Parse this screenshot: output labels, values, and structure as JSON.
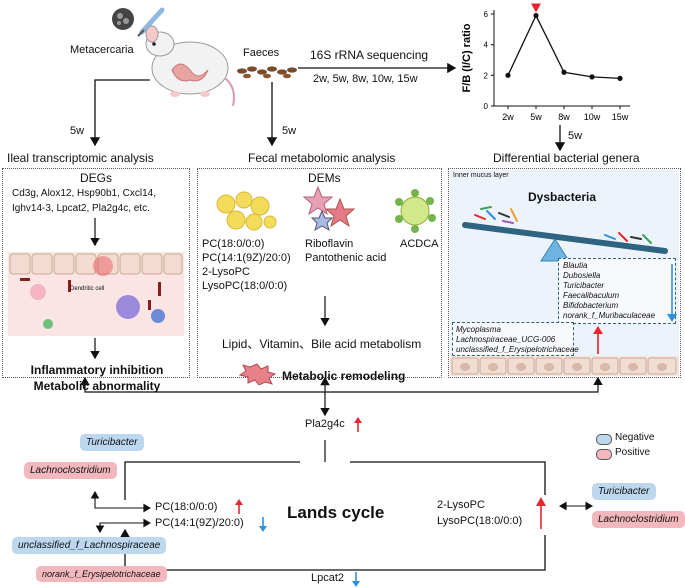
{
  "top": {
    "metacercaria": "Metacercaria",
    "faeces": "Faeces",
    "sequencing": "16S rRNA sequencing",
    "timepoints": "2w, 5w, 8w, 10w, 15w",
    "arrow_5w_left": "5w",
    "arrow_5w_mid": "5w",
    "arrow_5w_right": "5w"
  },
  "ratio_chart": {
    "ylabel": "F/B (I/C) ratio",
    "yticks": [
      "0",
      "2",
      "4",
      "6"
    ],
    "chart_data": {
      "type": "line",
      "x": [
        "2w",
        "5w",
        "8w",
        "10w",
        "15w"
      ],
      "values": [
        2.0,
        5.9,
        2.2,
        1.9,
        1.8
      ],
      "ylim": [
        0,
        6
      ],
      "highlight": "5w",
      "highlight_color": "#e8262e"
    }
  },
  "headers": {
    "ileal": "Ileal transcriptomic analysis",
    "fecal": "Fecal metabolomic analysis",
    "bacterial": "Differential bacterial genera"
  },
  "panel_ileal": {
    "title": "DEGs",
    "genes_line1": "Cd3g, Alox12, Hsp90b1, Cxcl14,",
    "genes_line2": "Ighv14-3, Lpcat2, Pla2g4c,  etc.",
    "cell_label": "Dendritic cell",
    "outcome1": "Inflammatory inhibition",
    "outcome2": "Metabolic abnormality"
  },
  "panel_fecal": {
    "title": "DEMs",
    "pc_list": [
      "PC(18:0/0:0)",
      "PC(14:1(9Z)/20:0)",
      "2-LysoPC",
      "LysoPC(18:0/0:0)"
    ],
    "vitamins": [
      "Riboflavin",
      "Pantothenic acid"
    ],
    "acid": "ACDCA",
    "metabolism": "Lipid、Vitamin、Bile acid metabolism",
    "remodeling": "Metabolic remodeling"
  },
  "panel_bacterial": {
    "layer": "Inner mucus layer",
    "dysbacteria": "Dysbacteria",
    "down_genera": [
      "Blautia",
      "Dubosiella",
      "Turicibacter",
      "Faecalibaculum",
      "Bifidobacterium",
      "norank_f_Muribaculaceae"
    ],
    "up_genera": [
      "Mycoplasma",
      "Lachnospiraceae_UCG-006",
      "unclassified_f_Erysipelotrichaceae"
    ]
  },
  "lands": {
    "center": "Lands cycle",
    "pla2g4c": "Pla2g4c",
    "lpcat2": "Lpcat2",
    "pc1": "PC(18:0/0:0)",
    "pc2": "PC(14:1(9Z)/20:0)",
    "lyso1": "2-LysoPC",
    "lyso2": "LysoPC(18:0/0:0)"
  },
  "legend": {
    "negative": "Negative",
    "positive": "Positive"
  },
  "tags": {
    "left_turicibacter": "Turicibacter",
    "left_lachnoclostridium": "Lachnoclostridium",
    "left_unclassified": "unclassified_f_Lachnospiraceae",
    "left_norank": "norank_f_Erysipelotrichaceae",
    "right_turicibacter": "Turicibacter",
    "right_lachnoclostridium": "Lachnoclostridium"
  },
  "colors": {
    "up": "#e8262e",
    "down": "#2f8fe0",
    "negative": "#bcd7ee",
    "positive": "#f3b8bd"
  }
}
